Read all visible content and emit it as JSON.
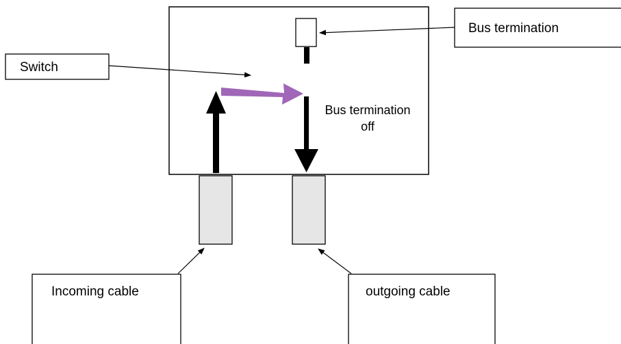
{
  "labels": {
    "switch": "Switch",
    "bus_termination": "Bus termination",
    "bus_termination_off_line1": "Bus termination",
    "bus_termination_off_line2": "off",
    "incoming_cable": "Incoming cable",
    "outgoing_cable": "outgoing cable"
  },
  "colors": {
    "stroke": "#000000",
    "connector_fill": "#e6e6e6",
    "switch_arrow": "#a066b8",
    "background": "#ffffff"
  }
}
